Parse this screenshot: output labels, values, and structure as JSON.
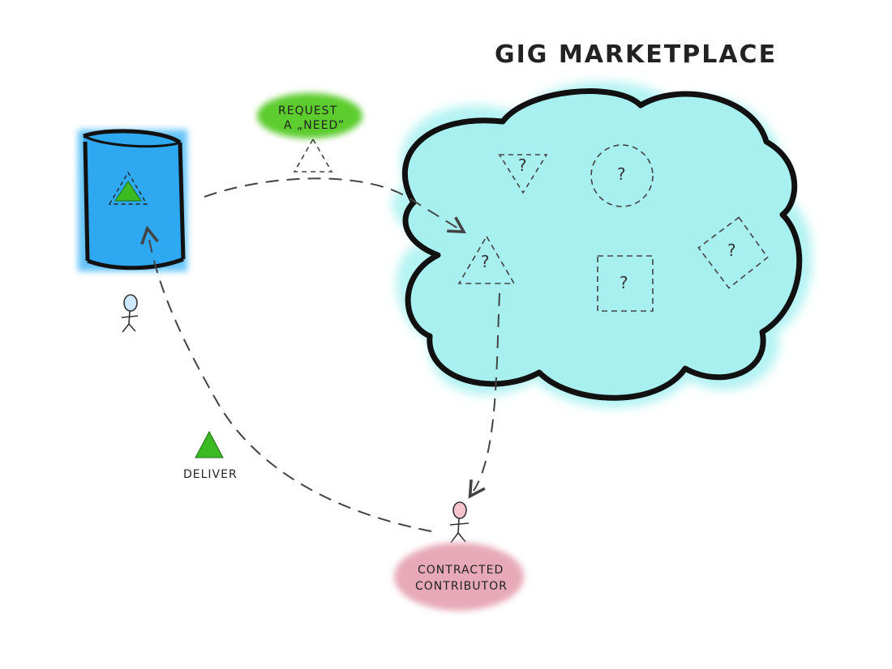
{
  "title": "Gig Marketplace",
  "labels": {
    "request_line1": "Request",
    "request_line2": "a „need”",
    "deliver": "Deliver",
    "contributor_line1": "Contracted",
    "contributor_line2": "Contributor"
  },
  "placeholder_mark": "?",
  "colors": {
    "cloud_fill": "#a8f0f0",
    "backlog_fill": "#2ea8f0",
    "request_badge": "#5ccc2e",
    "delivered_item": "#3cba22",
    "contributor_badge": "#e7a9b8",
    "stroke": "#111111",
    "dashed": "#444444"
  },
  "icons": [
    "backlog-cylinder-icon",
    "user-stick-figure-icon",
    "contributor-stick-figure-icon",
    "triangle-item-icon",
    "circle-item-icon",
    "square-item-icon",
    "diamond-item-icon"
  ]
}
